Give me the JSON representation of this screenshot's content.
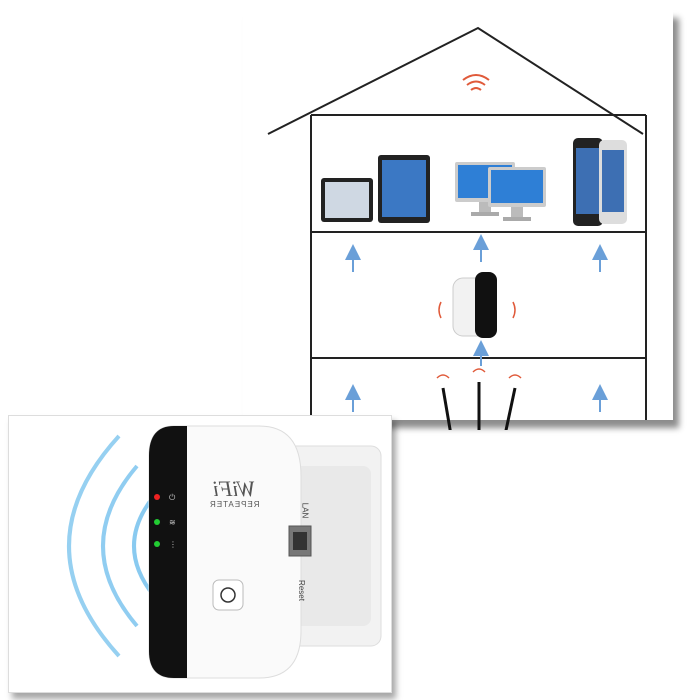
{
  "device": {
    "brand_line1": "WiFi",
    "brand_line2": "REPEATER",
    "port_label": "LAN",
    "reset_label": "Reset"
  },
  "colors": {
    "arrow": "#6a9fd8",
    "wifi_signal": "#e05a3a",
    "repeater_waves": "#7cc4ee",
    "router_red": "#c8102e"
  },
  "icons": [
    "wifi-signal-icon",
    "power-icon",
    "wifi-icon",
    "wps-icon",
    "lan-port-icon"
  ]
}
